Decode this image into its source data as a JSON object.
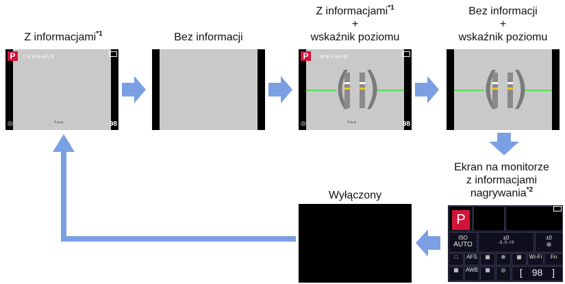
{
  "captions": {
    "screen1": [
      "Z informacjami",
      "*1"
    ],
    "screen2": "Bez informacji",
    "screen3": [
      "Z informacjami",
      "*1",
      "+",
      "wskaźnik poziomu"
    ],
    "screen4": [
      "Bez informacji",
      "+",
      "wskaźnik poziomu"
    ],
    "screen5": [
      "Ekran na monitorze",
      "z informacjami",
      "nagrywania",
      "*2"
    ],
    "screen6": "Wyłączony"
  },
  "screen_overlay": {
    "mode": "P",
    "top_icons": "ⓘ  ▦  ▦  ⊕ AFS ▦",
    "bottom_center": "ᶠ·ˢ·ˢ",
    "shots": "98",
    "bottom_left": "◎"
  },
  "info_panel": {
    "mode": "P",
    "iso_label": "ISO",
    "iso_value": "AUTO",
    "ev_value": "±0",
    "ev_scale": "-3..0..+3",
    "flash_value": "±0",
    "flash_icon": "⊛",
    "row3": [
      "□",
      "AFS",
      "▦",
      "⊕",
      "▦",
      "Wi-Fi",
      "Fn"
    ],
    "row4": [
      "▦",
      "AWB",
      "▦",
      "◎"
    ],
    "shots": "98"
  },
  "colors": {
    "arrow": "#7b9fe3",
    "mode_badge": "#d2143a",
    "level_line": "#55dd55",
    "lcd": "#c9c9c9"
  }
}
